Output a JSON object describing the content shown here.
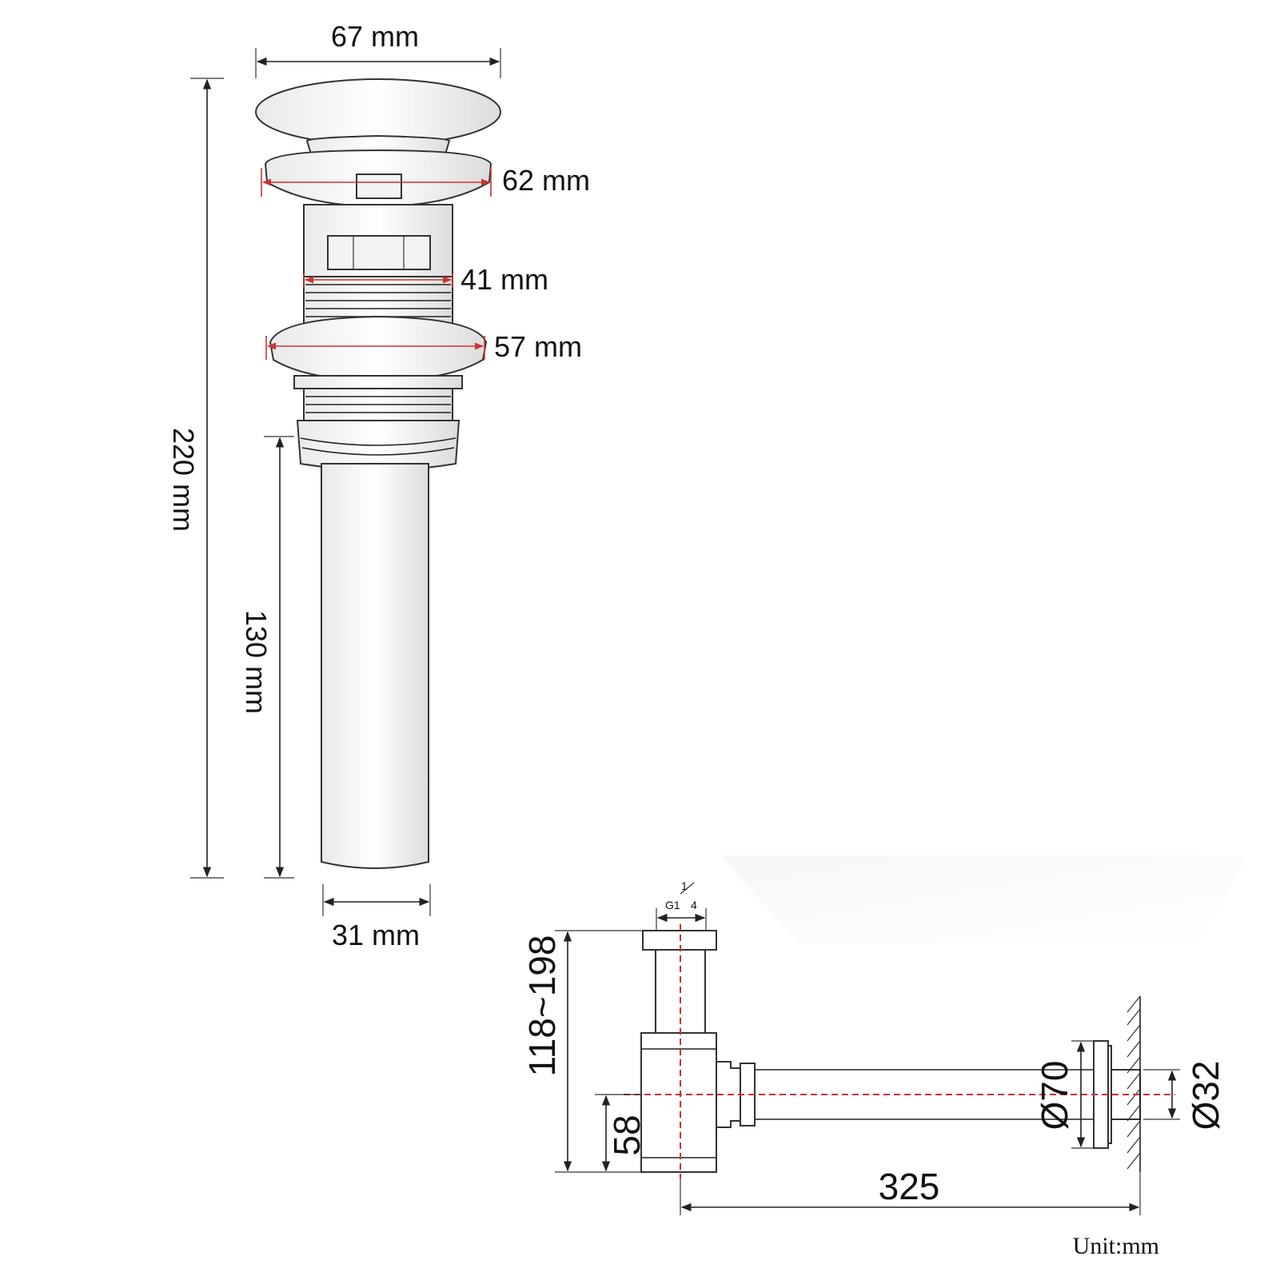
{
  "drain": {
    "dims": {
      "cap_width": "67 mm",
      "flange_width": "62 mm",
      "thread_width": "41 mm",
      "lower_flange_width": "57 mm",
      "total_height": "220 mm",
      "tail_height": "130 mm",
      "tail_diameter": "31 mm"
    }
  },
  "trap": {
    "dims": {
      "inlet_thread": "G1",
      "inlet_thread_fraction_num": "1",
      "inlet_thread_fraction_den": "4",
      "height_range": "118~198",
      "outlet_height": "58",
      "wall_flange_diameter": "Ø70",
      "outlet_diameter": "Ø32",
      "length": "325"
    }
  },
  "unit_note": "Unit:mm"
}
